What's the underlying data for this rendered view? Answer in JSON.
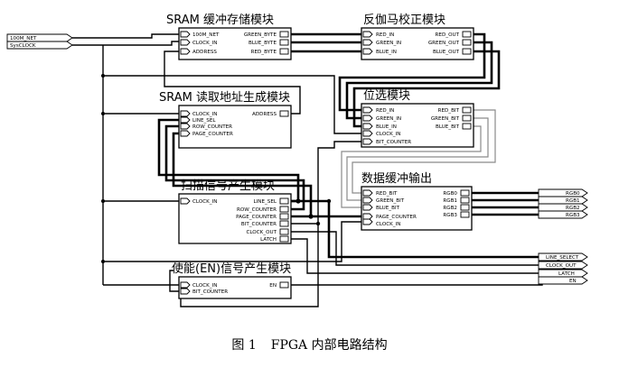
{
  "inputs": [
    {
      "label": "100M_NET"
    },
    {
      "label": "SysCLOCK"
    }
  ],
  "outputs": {
    "rgb": [
      {
        "label": "RGB0"
      },
      {
        "label": "RGB1"
      },
      {
        "label": "RGB2"
      },
      {
        "label": "RGB3"
      }
    ],
    "control": [
      {
        "label": "LINE_SELECT"
      },
      {
        "label": "CLOCK_OUT"
      },
      {
        "label": "LATCH"
      },
      {
        "label": "EN"
      }
    ]
  },
  "blocks": {
    "sram": {
      "title": "SRAM 缓冲存储模块",
      "left_pins": [
        "100M_NET",
        "CLOCK_IN",
        "ADDRESS"
      ],
      "right_pins": [
        "GREEN_BYTE",
        "BLUE_BYTE",
        "RED_BYTE"
      ]
    },
    "gamma": {
      "title": "反伽马校正模块",
      "left_pins": [
        "RED_IN",
        "GREEN_IN",
        "BLUE_IN"
      ],
      "right_pins": [
        "RED_OUT",
        "GREEN_OUT",
        "BLUE_OUT"
      ]
    },
    "addr": {
      "title": "SRAM 读取地址生成模块",
      "left_pins": [
        "CLOCK_IN",
        "LINE_SEL",
        "ROW_COUNTER",
        "PAGE_COUNTER"
      ],
      "right_pins": [
        "ADDRESS"
      ]
    },
    "bitsel": {
      "title": "位选模块",
      "left_pins": [
        "RED_IN",
        "GREEN_IN",
        "BLUE_IN",
        "CLOCK_IN",
        "BIT_COUNTER"
      ],
      "right_pins": [
        "RED_BIT",
        "GREEN_BIT",
        "BLUE_BIT"
      ]
    },
    "buffer": {
      "title": "数据缓冲输出",
      "left_pins": [
        "RED_BIT",
        "GREEN_BIT",
        "BLUE_BIT",
        "PAGE_COUNTER",
        "CLOCK_IN"
      ],
      "right_pins": [
        "RGB0",
        "RGB1",
        "RGB2",
        "RGB3"
      ]
    },
    "scan": {
      "title": "扫描信号产生模块",
      "left_pins": [
        "CLOCK_IN"
      ],
      "right_pins": [
        "LINE_SEL",
        "ROW_COUNTER",
        "PAGE_COUNTER",
        "BIT_COUNTER",
        "CLOCK_OUT",
        "LATCH"
      ]
    },
    "enable": {
      "title": "使能(EN)信号产生模块",
      "left_pins": [
        "CLOCK_IN",
        "BIT_COUNTER"
      ],
      "right_pins": [
        "EN"
      ]
    }
  },
  "caption": {
    "number": "图 1",
    "text": "FPGA 内部电路结构"
  }
}
